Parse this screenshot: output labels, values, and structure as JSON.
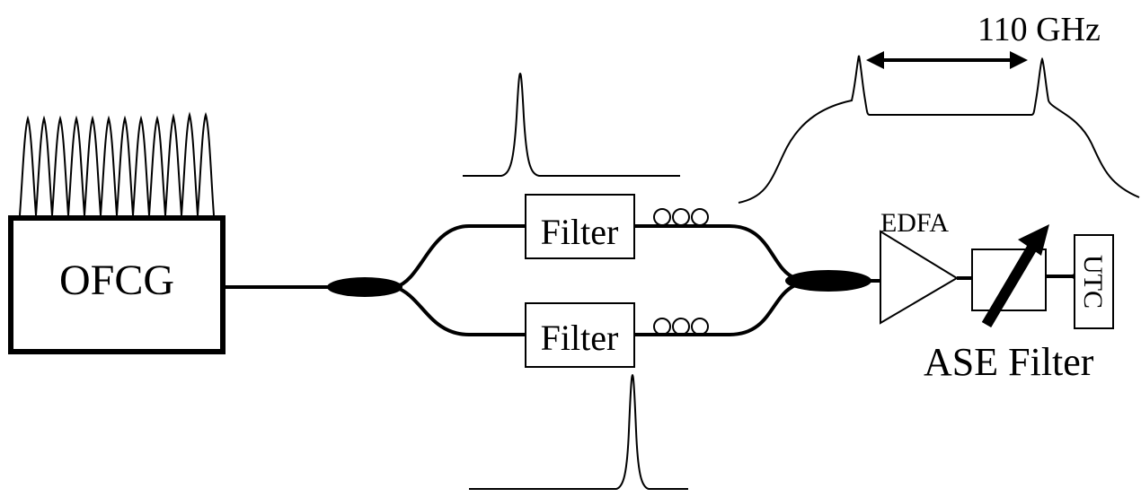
{
  "diagram": {
    "ofcg_label": "OFCG",
    "filter_top_label": "Filter",
    "filter_bottom_label": "Filter",
    "edfa_label": "EDFA",
    "ase_filter_label": "ASE Filter",
    "utc_label": "UTC",
    "spacing_label": "110 GHz"
  }
}
